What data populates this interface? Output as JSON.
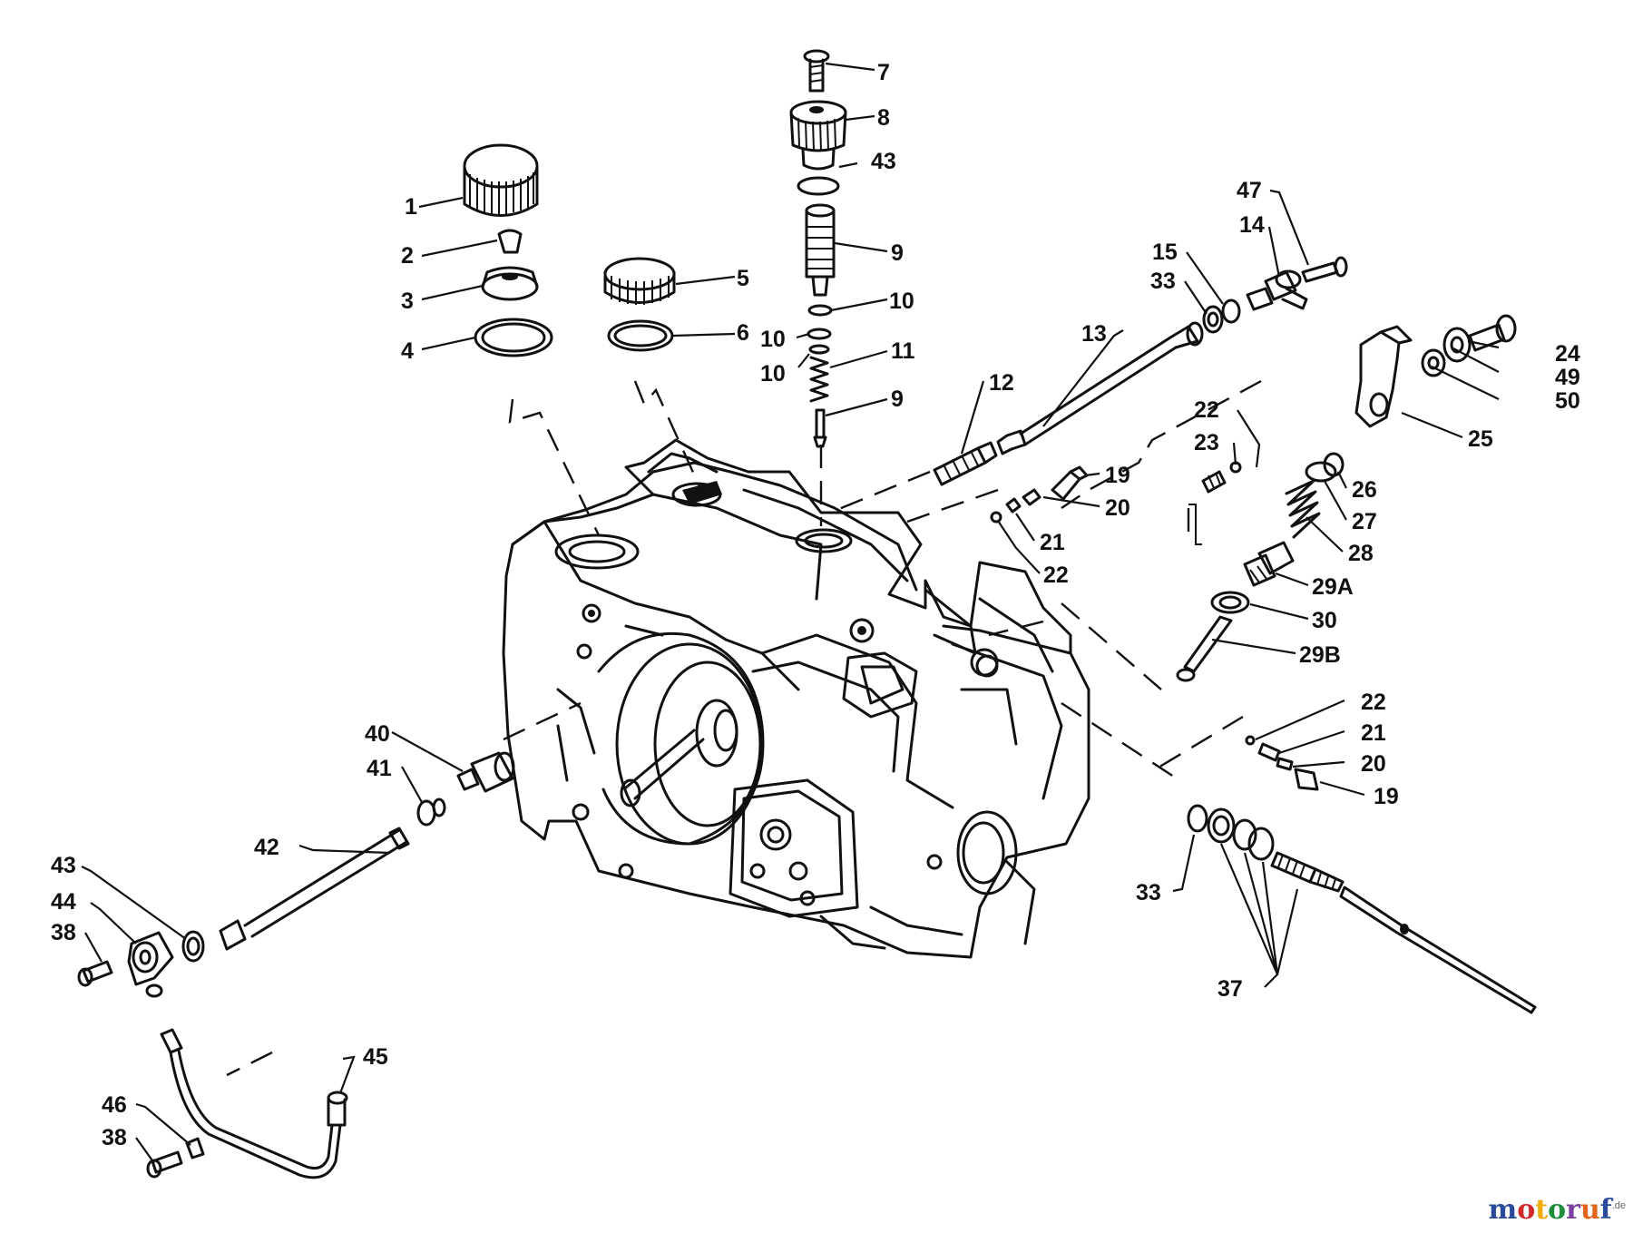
{
  "diagram": {
    "callouts": {
      "p1": "1",
      "p2": "2",
      "p3": "3",
      "p4": "4",
      "p5": "5",
      "p6": "6",
      "p7": "7",
      "p8": "8",
      "p43a": "43",
      "p9a": "9",
      "p10a": "10",
      "p10b": "10",
      "p10c": "10",
      "p11": "11",
      "p9b": "9",
      "p12": "12",
      "p13": "13",
      "p47": "47",
      "p14": "14",
      "p15": "15",
      "p33a": "33",
      "p24": "24",
      "p49": "49",
      "p50": "50",
      "p25": "25",
      "p22a": "22",
      "p23": "23",
      "p26": "26",
      "p27": "27",
      "p28": "28",
      "p29a": "29A",
      "p30": "30",
      "p29b": "29B",
      "p19a": "19",
      "p20a": "20",
      "p21a": "21",
      "p22b": "22",
      "p22c": "22",
      "p21b": "21",
      "p20b": "20",
      "p19b": "19",
      "p33b": "33",
      "p37": "37",
      "p40": "40",
      "p41": "41",
      "p42": "42",
      "p43b": "43",
      "p44": "44",
      "p38a": "38",
      "p45": "45",
      "p46": "46",
      "p38b": "38"
    }
  },
  "watermark": {
    "brand": "motoruf",
    "suffix": ".de",
    "colors": [
      "#2a4b9b",
      "#d22a2a",
      "#f2a900",
      "#1d8f3a",
      "#7a3fa0",
      "#e0661b",
      "#2a4b9b"
    ]
  }
}
